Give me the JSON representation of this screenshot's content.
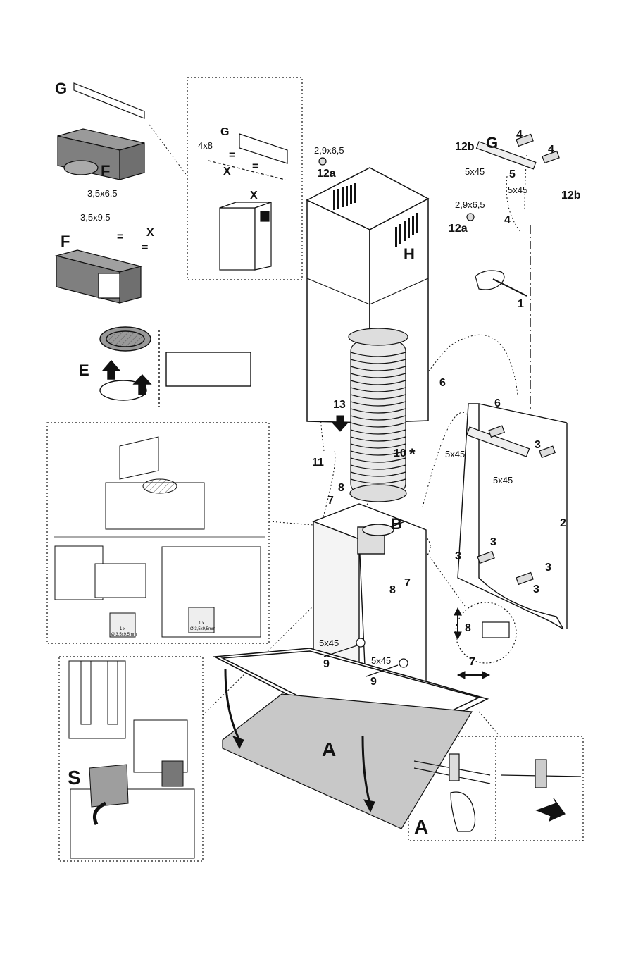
{
  "parts": {
    "G": "G",
    "F": "F",
    "E": "E",
    "H": "H",
    "B": "B",
    "A": "A",
    "S": "S"
  },
  "dims": {
    "x": "X",
    "eq": "=",
    "d_4x8": "4x8",
    "d_3565": "3,5x6,5",
    "d_3595": "3,5x9,5",
    "d_2965": "2,9x6,5",
    "d_545": "5x45"
  },
  "steps": {
    "s1": "1",
    "s2": "2",
    "s3": "3",
    "s4": "4",
    "s5": "5",
    "s6": "6",
    "s7": "7",
    "s8": "8",
    "s9": "9",
    "s10": "10",
    "s10_mark": "*",
    "s11": "11",
    "s12a": "12a",
    "s12b": "12b",
    "s13": "13"
  },
  "screw_info": {
    "qty": "1 x",
    "size": "Ø 3,5x9,5mm"
  },
  "colors": {
    "line": "#1a1a1a",
    "duct": "#e6e6e6",
    "filter_box": "#8c8c8c",
    "panel": "#c9c9c9",
    "glass": "#bdbdbd",
    "grille": "#222222"
  }
}
